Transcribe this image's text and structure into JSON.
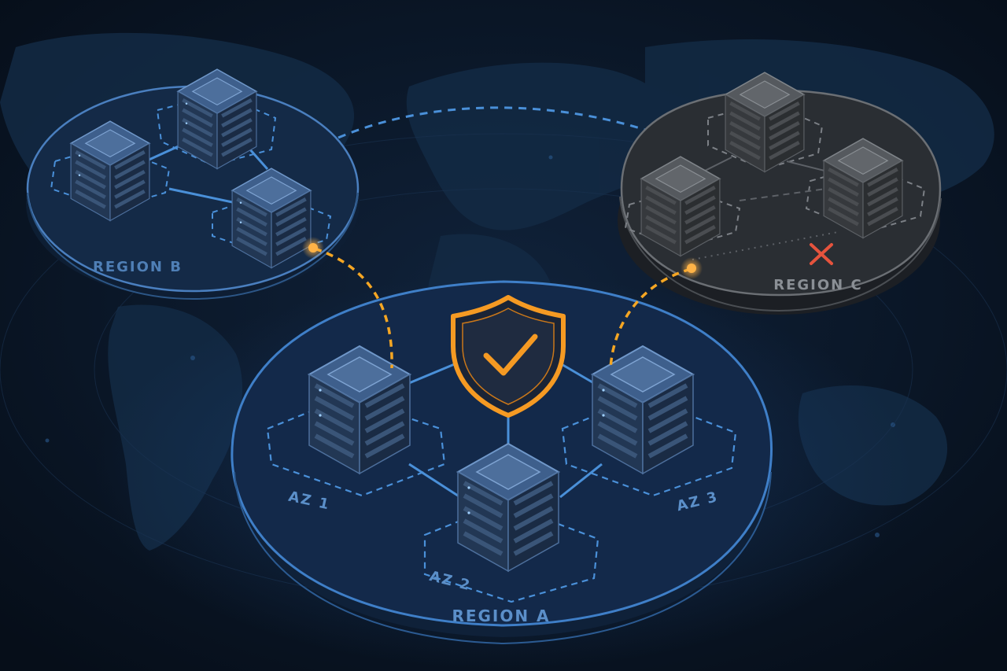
{
  "colors": {
    "background": "#0a1626",
    "continent": "#13263d",
    "active_region_fill": "#13294a",
    "active_region_stroke": "#3f7fc8",
    "failed_region_fill": "#2a2e33",
    "failed_region_stroke": "#6b6f74",
    "link_blue": "#4a90d9",
    "replication_orange": "#f5a623",
    "failure_red": "#e5533d",
    "shield_orange": "#f59a23",
    "label_blue": "#5b8fc9",
    "label_gray": "#8a8f95"
  },
  "diagram": {
    "regions": [
      {
        "id": "region-a",
        "label": "REGION A",
        "state": "primary-healthy"
      },
      {
        "id": "region-b",
        "label": "REGION B",
        "state": "standby"
      },
      {
        "id": "region-c",
        "label": "REGION C",
        "state": "failed"
      }
    ],
    "availability_zones": [
      {
        "label": "AZ 1",
        "region": "region-a"
      },
      {
        "label": "AZ 2",
        "region": "region-a"
      },
      {
        "label": "AZ 3",
        "region": "region-a"
      }
    ],
    "icons": {
      "health": "shield-check-icon",
      "failure": "x-mark-icon",
      "server": "server-rack-icon"
    }
  }
}
